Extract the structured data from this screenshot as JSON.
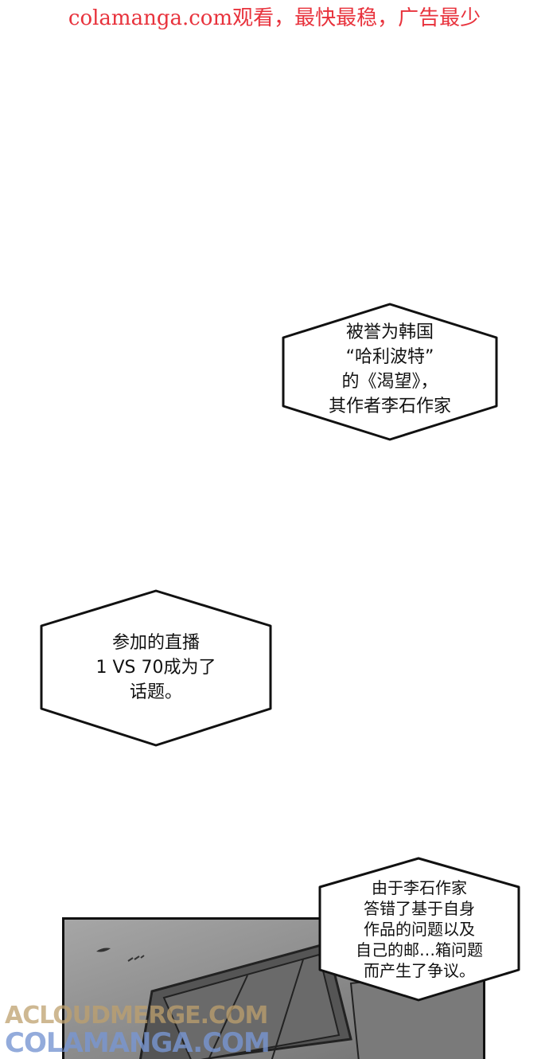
{
  "banner": {
    "text": "colamanga.com观看，最快最稳，广告最少"
  },
  "bubbles": [
    {
      "lines": [
        "被誉为韩国",
        "“哈利波特”",
        "的《渴望》，",
        "其作者李石作家"
      ]
    },
    {
      "lines": [
        "参加的直播",
        "1 VS 70成为了",
        "话题。"
      ]
    },
    {
      "lines": [
        "由于李石作家",
        "答错了基于自身",
        "作品的问题以及",
        "自己的邮…箱问题",
        "而产生了争议。"
      ]
    }
  ],
  "watermarks": {
    "top": "ACLOUDMERGE.COM",
    "bottom": "COLAMANGA.COM"
  },
  "colors": {
    "banner": "#e8323c",
    "panel": "#8e8e8e",
    "ink": "#111111"
  }
}
